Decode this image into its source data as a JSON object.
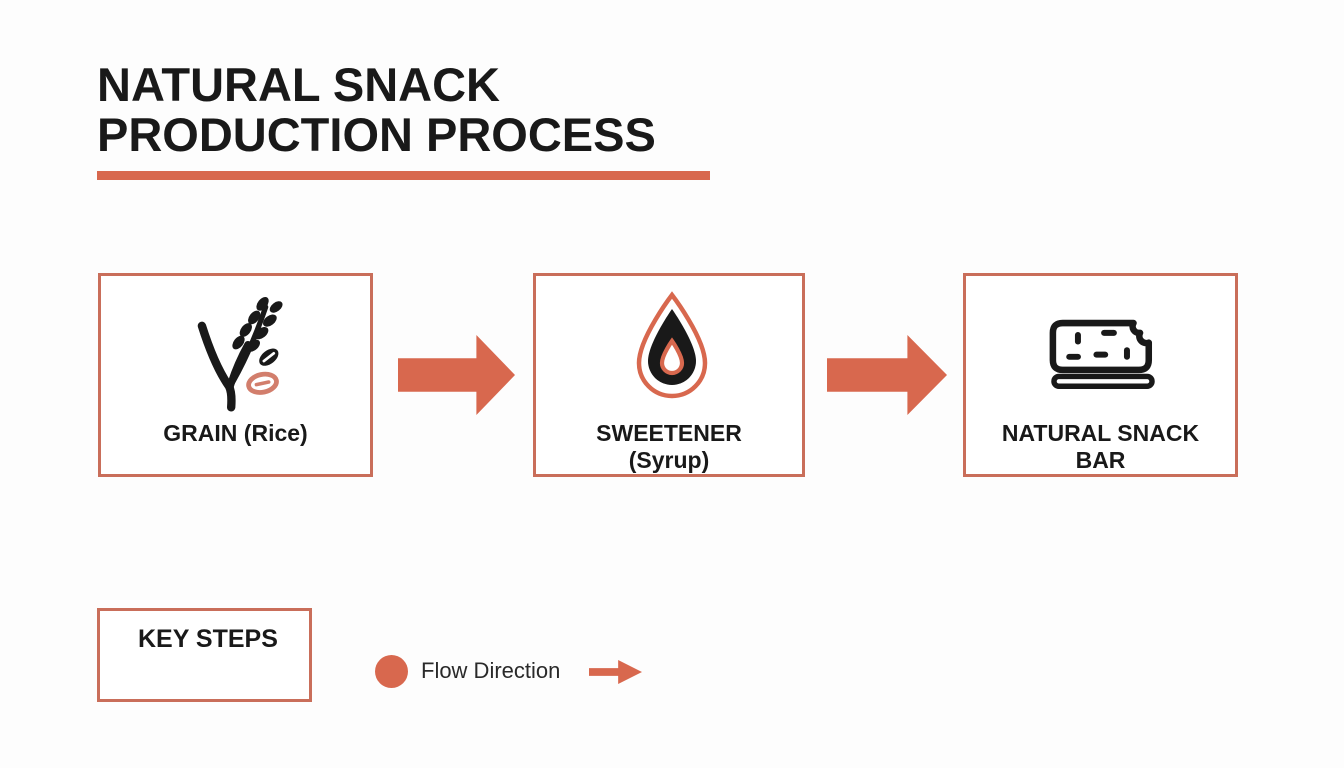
{
  "title": {
    "line1": "NATURAL SNACK",
    "line2": "PRODUCTION PROCESS"
  },
  "process": {
    "steps": [
      {
        "icon": "rice-plant-icon",
        "label_line1": "GRAIN (Rice)",
        "label_line2": ""
      },
      {
        "icon": "syrup-droplet-icon",
        "label_line1": "SWEETENER",
        "label_line2": "(Syrup)"
      },
      {
        "icon": "snack-bar-icon",
        "label_line1": "NATURAL SNACK",
        "label_line2": "BAR"
      }
    ]
  },
  "legend": {
    "key_steps_label": "KEY STEPS",
    "flow_label": "Flow Direction"
  },
  "colors": {
    "accent": "#D8684E",
    "box_border": "#C96E5A",
    "icon_ink": "#191919",
    "rice_grain_outline": "#D27E6C",
    "text": "#1B1B1B",
    "background": "#FDFDFD"
  }
}
